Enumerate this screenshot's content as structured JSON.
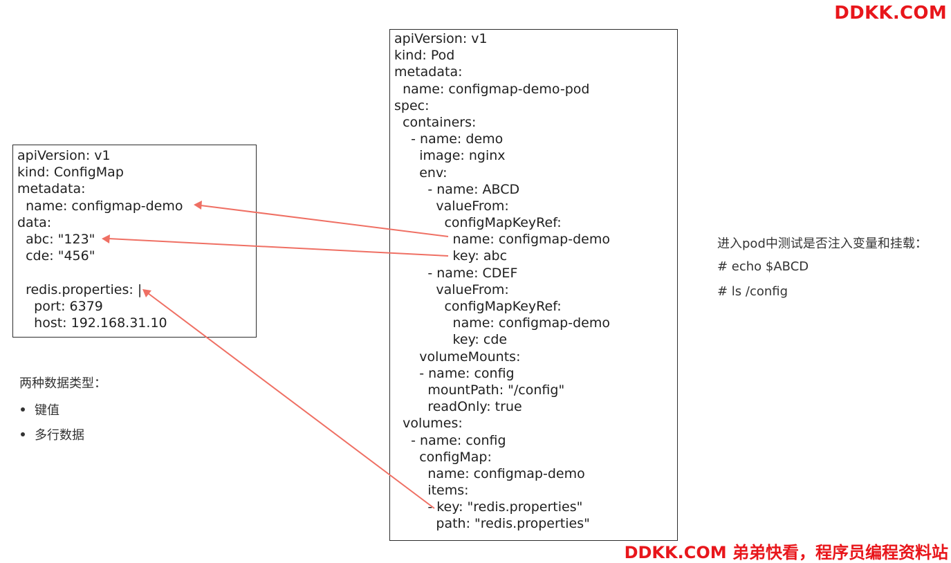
{
  "watermark": {
    "top": "DDKK.COM",
    "bottom": "DDKK.COM 弟弟快看，程序员编程资料站"
  },
  "configmap_yaml": [
    "apiVersion: v1",
    "kind: ConfigMap",
    "metadata:",
    "  name: configmap-demo",
    "data:",
    "  abc: \"123\"",
    "  cde: \"456\"",
    "",
    "  redis.properties: |",
    "    port: 6379",
    "    host: 192.168.31.10"
  ],
  "pod_yaml": [
    "apiVersion: v1",
    "kind: Pod",
    "metadata:",
    "  name: configmap-demo-pod",
    "spec:",
    "  containers:",
    "    - name: demo",
    "      image: nginx",
    "      env:",
    "        - name: ABCD",
    "          valueFrom:",
    "            configMapKeyRef:",
    "              name: configmap-demo",
    "              key: abc",
    "        - name: CDEF",
    "          valueFrom:",
    "            configMapKeyRef:",
    "              name: configmap-demo",
    "              key: cde",
    "      volumeMounts:",
    "      - name: config",
    "        mountPath: \"/config\"",
    "        readOnly: true",
    "  volumes:",
    "    - name: config",
    "      configMap:",
    "        name: configmap-demo",
    "        items:",
    "        - key: \"redis.properties\"",
    "          path: \"redis.properties\""
  ],
  "notes_left": {
    "title": "两种数据类型：",
    "items": [
      "键值",
      "多行数据"
    ]
  },
  "notes_right": {
    "lines": [
      "进入pod中测试是否注入变量和挂载：",
      "# echo $ABCD",
      "# ls /config"
    ]
  },
  "colors": {
    "arrow": "#ef6f63",
    "watermark": "#e8161b"
  }
}
